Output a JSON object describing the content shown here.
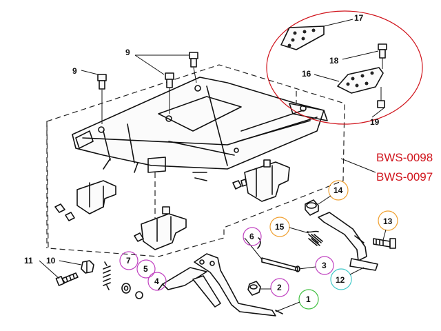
{
  "codes": [
    "BWS-0098",
    "BWS-0097"
  ],
  "colors": {
    "code_text": "#d0141c",
    "highlight_ellipse": "#d0141c",
    "circle_magenta": "#c040c0",
    "circle_orange": "#f0a030",
    "circle_green": "#40c040",
    "circle_cyan": "#40c8c8"
  },
  "callouts": {
    "c1": "1",
    "c2": "2",
    "c3": "3",
    "c4": "4",
    "c5": "5",
    "c6": "6",
    "c7": "7",
    "c9a": "9",
    "c9b": "9",
    "c10": "10",
    "c11": "11",
    "c12": "12",
    "c13": "13",
    "c14": "14",
    "c15": "15",
    "c16": "16",
    "c17": "17",
    "c18": "18",
    "c19": "19"
  }
}
